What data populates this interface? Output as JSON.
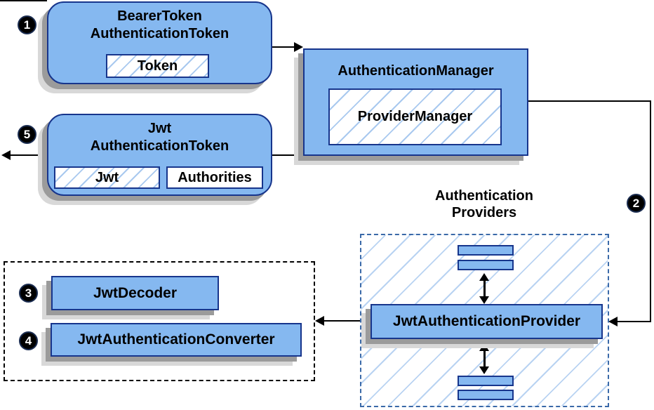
{
  "steps": [
    "1",
    "2",
    "3",
    "4",
    "5"
  ],
  "nodes": {
    "bearer_token": {
      "title_line1": "BearerToken",
      "title_line2": "AuthenticationToken",
      "field": "Token"
    },
    "authentication_manager": {
      "title": "AuthenticationManager",
      "implementation": "ProviderManager"
    },
    "jwt_authentication_token": {
      "title_line1": "Jwt",
      "title_line2": "AuthenticationToken",
      "field1": "Jwt",
      "field2": "Authorities"
    },
    "authentication_providers": {
      "label_line1": "Authentication",
      "label_line2": "Providers"
    },
    "jwt_authentication_provider": {
      "title": "JwtAuthenticationProvider"
    },
    "jwt_decoder": {
      "title": "JwtDecoder"
    },
    "jwt_authentication_converter": {
      "title": "JwtAuthenticationConverter"
    }
  },
  "colors": {
    "node_fill": "#85b8f0",
    "node_border": "#17358c",
    "hatch_line": "#a9c9ef",
    "container_hatch_line": "#b9d3f2",
    "dashed_blue_border": "#3a69a8",
    "dashed_black_border": "#000000",
    "arrow": "#000000",
    "shadow_dark": "#9b9b9b",
    "shadow_light": "#d8d8d8"
  }
}
